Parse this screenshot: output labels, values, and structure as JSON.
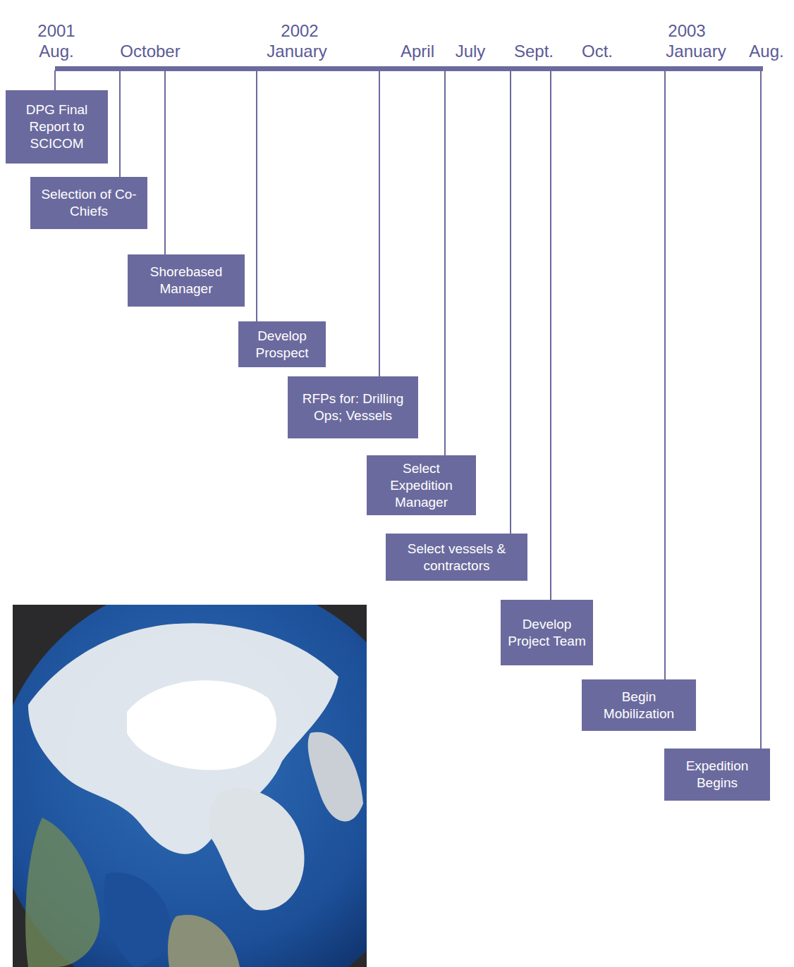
{
  "diagram": {
    "nodes": [
      {
        "text": [
          "DPG Final Report to SCICOM"
        ]
      },
      {
        "text": [
          "Selection of Co-Chiefs"
        ]
      },
      {
        "text": [
          "Shorebased Manager"
        ]
      },
      {
        "text": [
          "Develop Prospect"
        ]
      },
      {
        "text": [
          "RFPs for: Drilling Ops; Vessels"
        ]
      },
      {
        "text": [
          "Select Expedition Manager"
        ]
      },
      {
        "text": [
          "Select vessels & contractors"
        ]
      },
      {
        "text": [
          "Develop Project Team"
        ]
      },
      {
        "text": [
          "Begin Mobilization"
        ]
      },
      {
        "text": [
          "Expedition Begins"
        ]
      }
    ],
    "labels": [
      "2001",
      "Aug.",
      "October",
      "2002",
      "January",
      "April",
      "July",
      "Sept.",
      "Oct.",
      "2003",
      "January",
      "Aug."
    ]
  }
}
